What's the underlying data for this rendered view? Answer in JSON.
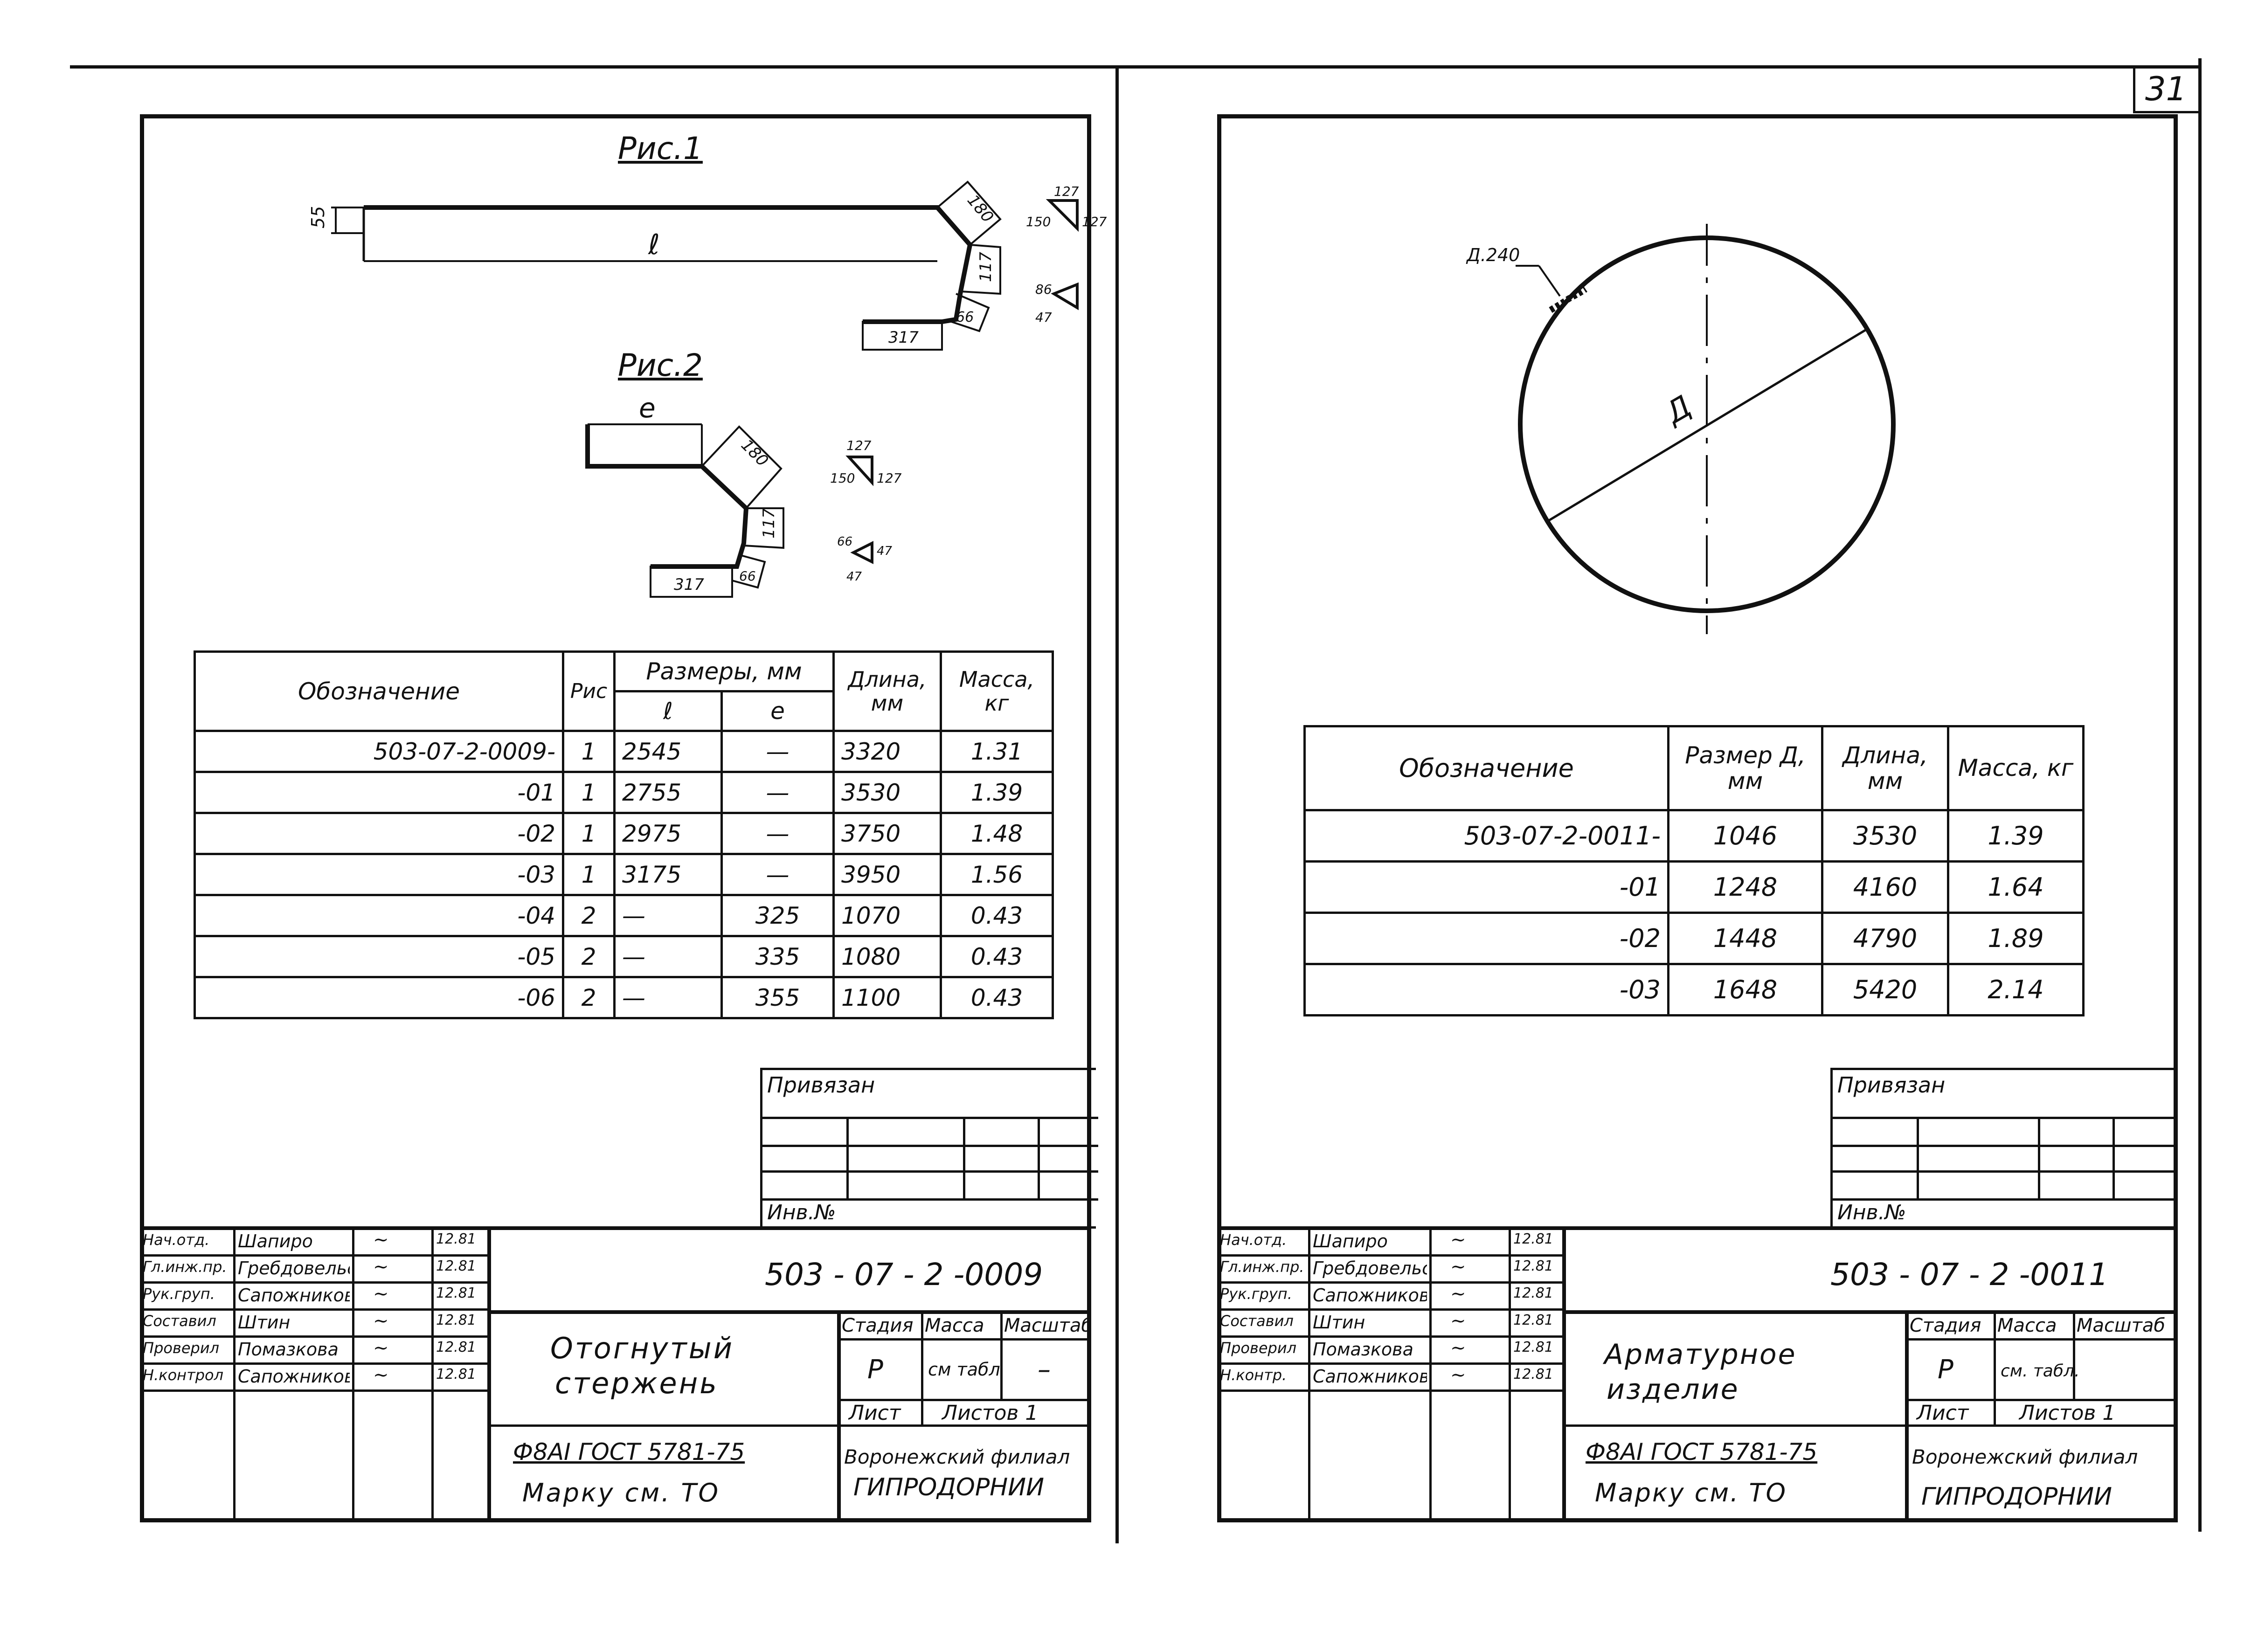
{
  "page_number": "31",
  "sheet1": {
    "fig1_title": "Рис.1",
    "fig2_title": "Рис.2",
    "fig1": {
      "h55": "55",
      "l": "ℓ",
      "d180": "180",
      "d117": "117",
      "d66": "66",
      "d317": "317",
      "t127a": "127",
      "t150": "150",
      "t127b": "127",
      "t86": "86",
      "t47": "47"
    },
    "fig2": {
      "e": "e",
      "d180": "180",
      "d117": "117",
      "d66": "66",
      "d317": "317",
      "t127a": "127",
      "t150": "150",
      "t127b": "127",
      "t66": "66",
      "t47a": "47",
      "t47b": "47"
    },
    "table": {
      "h_designation": "Обозначение",
      "h_fig": "Рис",
      "h_dims": "Размеры, мм",
      "h_l": "ℓ",
      "h_e": "e",
      "h_len": "Длина, мм",
      "h_mass": "Масса, кг",
      "rows": [
        {
          "d": "503-07-2-0009-",
          "f": "1",
          "l": "2545",
          "e": "—",
          "len": "3320",
          "m": "1.31"
        },
        {
          "d": "-01",
          "f": "1",
          "l": "2755",
          "e": "—",
          "len": "3530",
          "m": "1.39"
        },
        {
          "d": "-02",
          "f": "1",
          "l": "2975",
          "e": "—",
          "len": "3750",
          "m": "1.48"
        },
        {
          "d": "-03",
          "f": "1",
          "l": "3175",
          "e": "—",
          "len": "3950",
          "m": "1.56"
        },
        {
          "d": "-04",
          "f": "2",
          "l": "—",
          "e": "325",
          "len": "1070",
          "m": "0.43"
        },
        {
          "d": "-05",
          "f": "2",
          "l": "—",
          "e": "335",
          "len": "1080",
          "m": "0.43"
        },
        {
          "d": "-06",
          "f": "2",
          "l": "—",
          "e": "355",
          "len": "1100",
          "m": "0.43"
        }
      ]
    },
    "bound": "Привязан",
    "inv": "Инв.№",
    "doc_code": "503 - 07 - 2 -0009",
    "title": [
      "Отогнутый",
      "стержень"
    ],
    "stage_h": "Стадия",
    "mass_h": "Масса",
    "scale_h": "Масштаб",
    "stage": "Р",
    "mass": "см табл",
    "scale": "–",
    "sheet": "Лист",
    "sheets": "Листов 1",
    "note1": "Ф8АI ГОСТ 5781-75",
    "note2": "Марку см. ТО",
    "org1": "Воронежский филиал",
    "org2": "ГИПРОДОРНИИ",
    "staff": [
      {
        "role": "Нач.отд.",
        "name": "Шапиро",
        "date": "12.81"
      },
      {
        "role": "Гл.инж.пр.",
        "name": "Гребдовельский",
        "date": "12.81"
      },
      {
        "role": "Рук.груп.",
        "name": "Сапожникова",
        "date": "12.81"
      },
      {
        "role": "Составил",
        "name": "Штин",
        "date": "12.81"
      },
      {
        "role": "Проверил",
        "name": "Помазкова",
        "date": "12.81"
      },
      {
        "role": "Н.контрол",
        "name": "Сапожникова",
        "date": "12.81"
      }
    ]
  },
  "sheet2": {
    "label_d240": "Д.240",
    "label_d": "Д",
    "table": {
      "h_designation": "Обозначение",
      "h_size": "Размер Д, мм",
      "h_len": "Длина, мм",
      "h_mass": "Масса, кг",
      "rows": [
        {
          "d": "503-07-2-0011-",
          "s": "1046",
          "len": "3530",
          "m": "1.39"
        },
        {
          "d": "-01",
          "s": "1248",
          "len": "4160",
          "m": "1.64"
        },
        {
          "d": "-02",
          "s": "1448",
          "len": "4790",
          "m": "1.89"
        },
        {
          "d": "-03",
          "s": "1648",
          "len": "5420",
          "m": "2.14"
        }
      ]
    },
    "bound": "Привязан",
    "inv": "Инв.№",
    "doc_code": "503 - 07 - 2 -0011",
    "title": [
      "Арматурное",
      "изделие"
    ],
    "stage_h": "Стадия",
    "mass_h": "Масса",
    "scale_h": "Масштаб",
    "stage": "Р",
    "mass": "см. табл.",
    "sheet": "Лист",
    "sheets": "Листов 1",
    "note1": "Ф8АI ГОСТ 5781-75",
    "note2": "Марку см. ТО",
    "org1": "Воронежский филиал",
    "org2": "ГИПРОДОРНИИ",
    "staff": [
      {
        "role": "Нач.отд.",
        "name": "Шапиро",
        "date": "12.81"
      },
      {
        "role": "Гл.инж.пр.",
        "name": "Гребдовельский",
        "date": "12.81"
      },
      {
        "role": "Рук.груп.",
        "name": "Сапожникова",
        "date": "12.81"
      },
      {
        "role": "Составил",
        "name": "Штин",
        "date": "12.81"
      },
      {
        "role": "Проверил",
        "name": "Помазкова",
        "date": "12.81"
      },
      {
        "role": "Н.контр.",
        "name": "Сапожникова",
        "date": "12.81"
      }
    ]
  }
}
